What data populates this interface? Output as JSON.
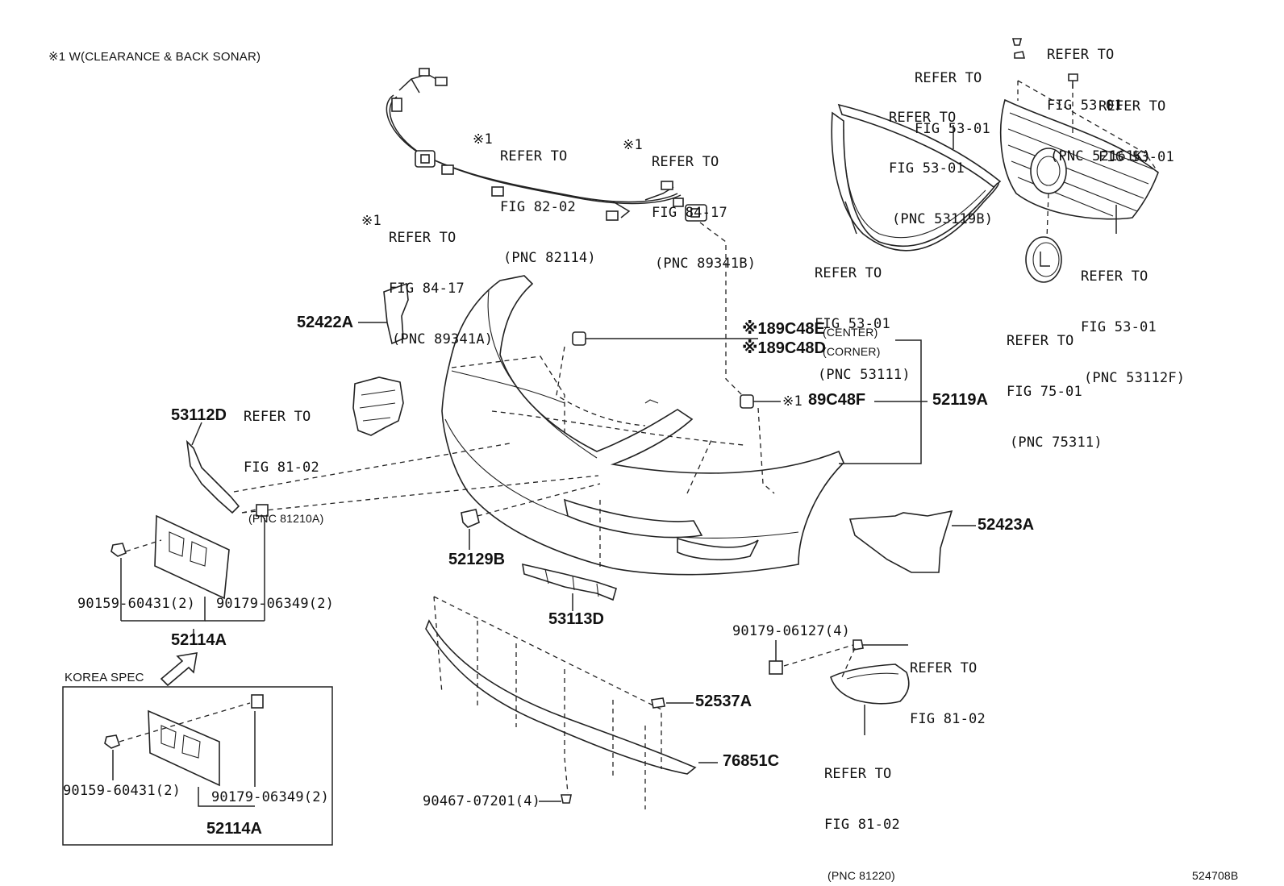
{
  "note": "※1 W(CLEARANCE & BACK SONAR)",
  "diagram_id": "524708B",
  "korea_spec": "KOREA SPEC",
  "parts": {
    "p52422A": "52422A",
    "p53112D": "53112D",
    "p52129B": "52129B",
    "p53113D": "53113D",
    "p52114A": "52114A",
    "p52114A_korea": "52114A",
    "p52119A": "52119A",
    "p52423A": "52423A",
    "p52537A": "52537A",
    "p76851C": "76851C",
    "bolt_90159": "90159-60431(2)",
    "nut_90179": "90179-06349(2)",
    "bolt_90159_k": "90159-60431(2)",
    "nut_90179_k": "90179-06349(2)",
    "screw_90467": "90467-07201(4)",
    "nut_90179_06127": "90179-06127(4)",
    "sensor_center": "※189C48E",
    "sensor_center_tag": "(CENTER)",
    "sensor_corner": "※189C48D",
    "sensor_corner_tag": "(CORNER)",
    "sensor_89C48F_mark": "※1",
    "sensor_89C48F": "89C48F"
  },
  "refs": {
    "wire_82": [
      "REFER TO",
      "FIG 82-02",
      "(PNC 82114)"
    ],
    "wire_82_mark": "※1",
    "sensor_b": [
      "REFER TO",
      "FIG 84-17",
      "(PNC 89341B)"
    ],
    "sensor_b_mark": "※1",
    "sensor_a": [
      "REFER TO",
      "FIG 84-17",
      "(PNC 89341A)"
    ],
    "sensor_a_mark": "※1",
    "fig_81_02_upper": [
      "REFER TO",
      "FIG 81-02",
      "(PNC 81210A)"
    ],
    "clip_top_left": [
      "REFER TO",
      "FIG 53-01"
    ],
    "clip_top_right": [
      "REFER TO",
      "FIG 53-01",
      "(PNC 52161K)"
    ],
    "bolt_right": [
      "REFER TO",
      "FIG 53-01"
    ],
    "molding_53119B": [
      "REFER TO",
      "FIG 53-01",
      "(PNC 53119B)"
    ],
    "grille_53111": [
      "REFER TO",
      "FIG 53-01",
      "(PNC 53111)"
    ],
    "grille_53112F": [
      "REFER TO",
      "FIG 53-01",
      "(PNC 53112F)"
    ],
    "emblem_75311": [
      "REFER TO",
      "FIG 75-01",
      "(PNC 75311)"
    ],
    "fog_bolt": [
      "REFER TO",
      "FIG 81-02"
    ],
    "fog_lamp": [
      "REFER TO",
      "FIG 81-02",
      "(PNC 81220)"
    ]
  }
}
